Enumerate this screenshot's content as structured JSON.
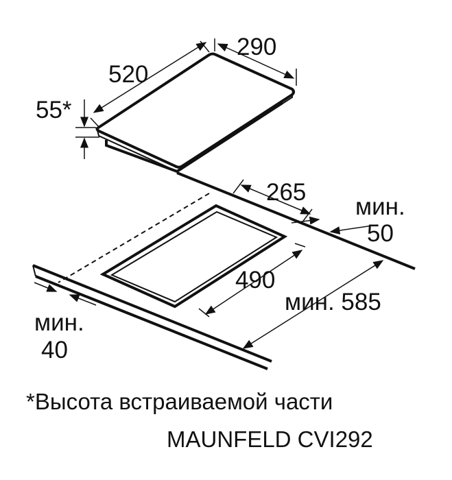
{
  "labels": {
    "hob_depth": "290",
    "hob_width": "520",
    "hob_height": "55*",
    "cutout_depth": "265",
    "min_back_word": "мин.",
    "min_back_value": "50",
    "cutout_width": "490",
    "min_worktop_width": "мин. 585",
    "min_front_word": "мин.",
    "min_front_value": "40"
  },
  "footnote": "*Высота встраиваемой части",
  "model": "MAUNFELD CVI292"
}
